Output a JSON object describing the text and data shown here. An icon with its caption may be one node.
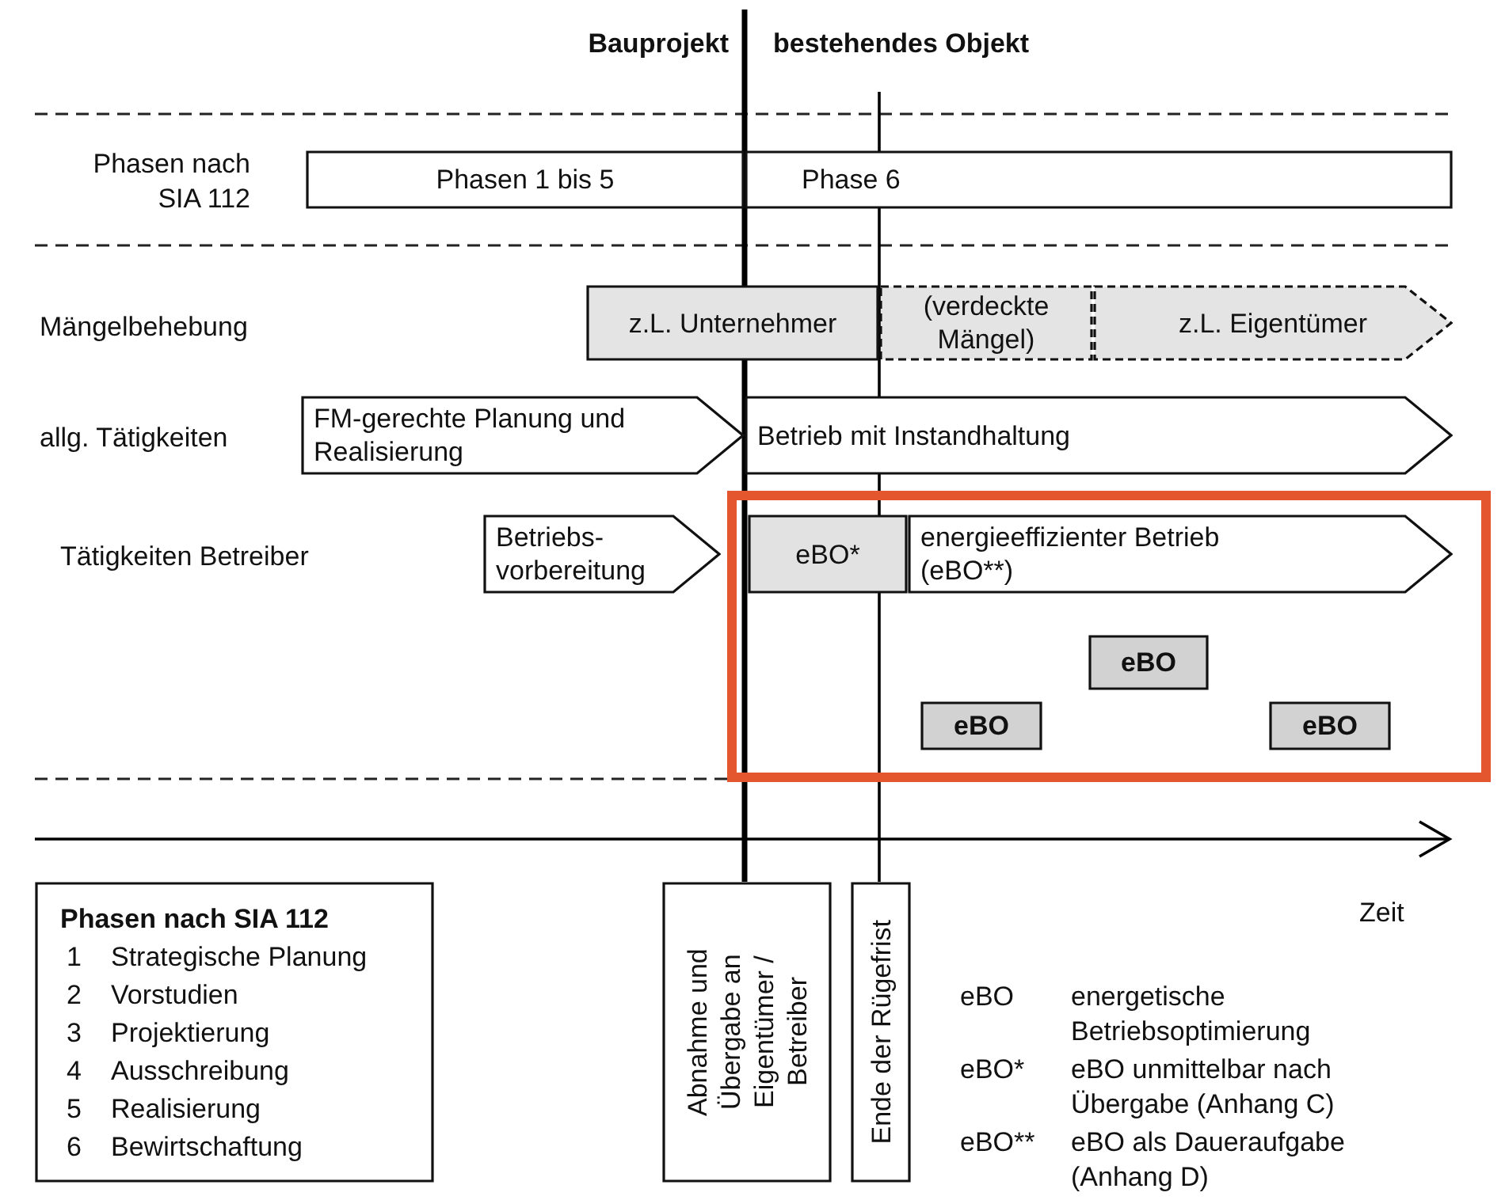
{
  "diagram": {
    "nodes": [
      {
        "text": [
          "Phasen 1 bis 5"
        ]
      },
      {
        "text": [
          "Phase 6"
        ]
      },
      {
        "text": [
          "z.L. Unternehmer"
        ]
      },
      {
        "text": [
          "(verdeckte Mängel)"
        ]
      },
      {
        "text": [
          "z.L. Eigentümer"
        ]
      },
      {
        "text": [
          "FM-gerechte Planung und Realisierung"
        ]
      },
      {
        "text": [
          "Betrieb mit Instandhaltung"
        ]
      },
      {
        "text": [
          "Betriebs- vorbereitung"
        ]
      },
      {
        "text": [
          "eBO*"
        ]
      },
      {
        "text": [
          "energieeffizienter Betrieb (eBO**)"
        ]
      },
      {
        "text": [
          "eBO"
        ]
      },
      {
        "text": [
          "eBO"
        ]
      },
      {
        "text": [
          "eBO"
        ]
      },
      {
        "text": [
          "Phasen nach SIA 112",
          "1",
          "Strategische Planung",
          "2",
          "Vorstudien",
          "3",
          "Projektierung",
          "4",
          "Ausschreibung",
          "5",
          "Realisierung",
          "6",
          "Bewirtschaftung"
        ]
      },
      {
        "text": [
          "Abnahme und Übergabe an Eigentümer / Betreiber"
        ]
      },
      {
        "text": [
          "Ende der Rügefrist"
        ]
      }
    ],
    "labels": [
      "Bauprojekt",
      "bestehendes Objekt",
      "Phasen nach SIA 112",
      "Mängelbehebung",
      "allg. Tätigkeiten",
      "Tätigkeiten Betreiber",
      "Zeit",
      "eBO",
      "energetische Betriebsoptimierung",
      "eBO*",
      "eBO unmittelbar nach Übergabe (Anhang C)",
      "eBO**",
      "eBO als Daueraufgabe (Anhang D)"
    ]
  }
}
